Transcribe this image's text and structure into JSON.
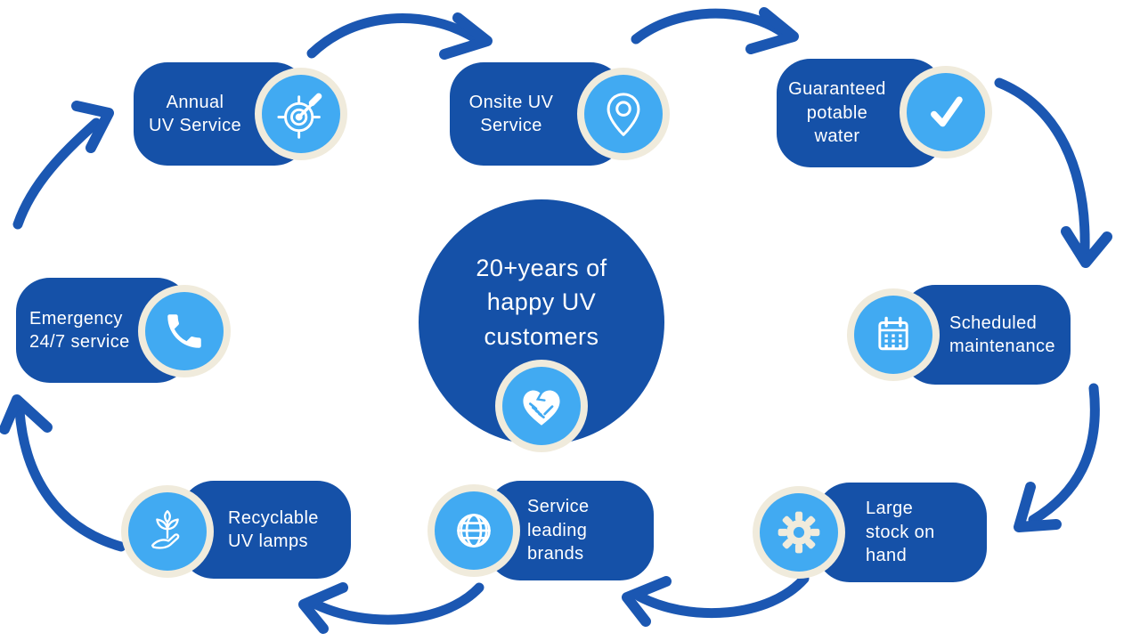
{
  "colors": {
    "primary_blue": "#1551a8",
    "arrow_blue": "#1b57b2",
    "icon_blue": "#41aaf2",
    "ring_cream": "#f0ebdc",
    "text_white": "#ffffff",
    "background": "#ffffff"
  },
  "center": {
    "lines": [
      "20+years of",
      "happy UV",
      "customers"
    ],
    "icon": "handshake-heart-icon"
  },
  "items": [
    {
      "name": "annual-uv-service",
      "lines": [
        "Annual",
        "UV Service"
      ],
      "icon": "target-dart-icon"
    },
    {
      "name": "onsite-uv-service",
      "lines": [
        "Onsite UV",
        "Service"
      ],
      "icon": "location-pin-icon"
    },
    {
      "name": "guaranteed-potable-water",
      "lines": [
        "Guaranteed",
        "potable",
        "water"
      ],
      "icon": "checkmark-icon"
    },
    {
      "name": "scheduled-maintenance",
      "lines": [
        "Scheduled",
        "maintenance"
      ],
      "icon": "calendar-icon"
    },
    {
      "name": "large-stock-on-hand",
      "lines": [
        "Large",
        "stock on",
        "hand"
      ],
      "icon": "gear-icon"
    },
    {
      "name": "service-leading-brands",
      "lines": [
        "Service",
        "leading",
        "brands"
      ],
      "icon": "globe-icon"
    },
    {
      "name": "recyclable-uv-lamps",
      "lines": [
        "Recyclable",
        "UV lamps"
      ],
      "icon": "plant-hand-icon"
    },
    {
      "name": "emergency-24-7-service",
      "lines": [
        "Emergency",
        "24/7 service"
      ],
      "icon": "phone-icon"
    }
  ]
}
